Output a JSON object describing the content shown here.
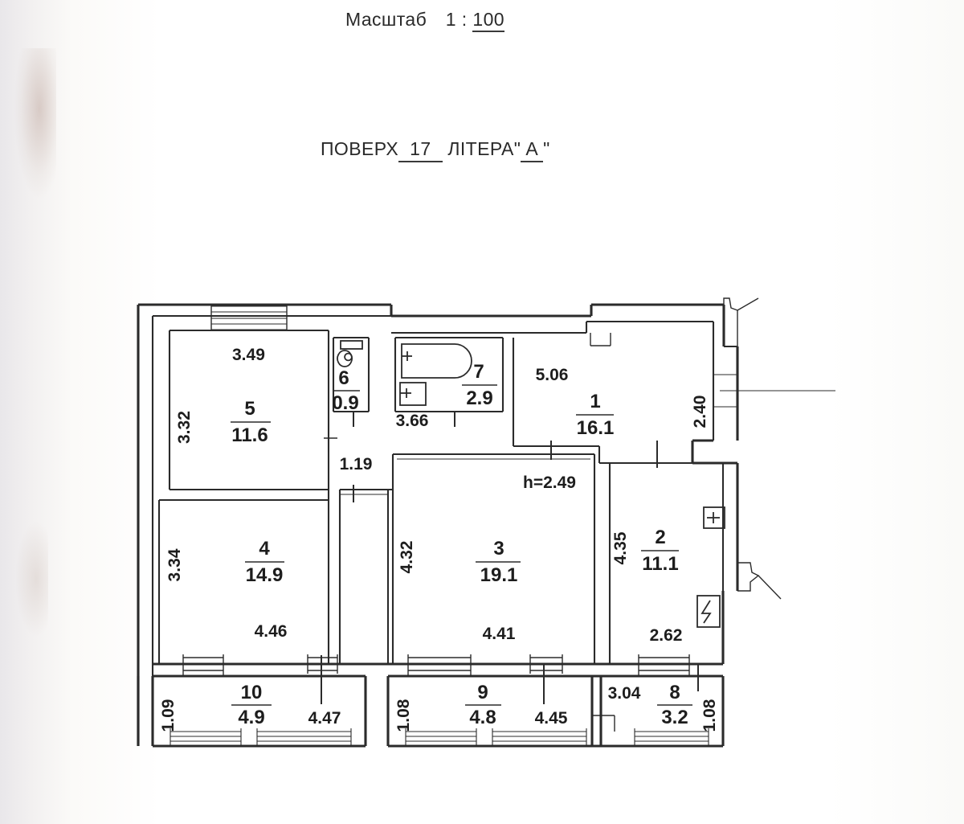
{
  "document": {
    "type": "floor-plan",
    "header": {
      "scale_label": "Масштаб",
      "scale_sep": "1 :",
      "scale_value": "100",
      "floor_label": "ПОВЕРХ",
      "floor_value": "17",
      "letter_label": "ЛІТЕРА",
      "quote_open": "\"",
      "letter_value": "А",
      "quote_close": "\""
    },
    "ceiling_height_note": "h=2.49"
  },
  "rooms": [
    {
      "id": "1",
      "number": "1",
      "area": "16.1",
      "kind": "corridor",
      "dim_top": "5.06",
      "dim_right": "2.40"
    },
    {
      "id": "2",
      "number": "2",
      "area": "11.1",
      "kind": "kitchen",
      "dim_left": "4.35",
      "dim_bottom": "2.62"
    },
    {
      "id": "3",
      "number": "3",
      "area": "19.1",
      "kind": "living-room",
      "dim_left": "4.32",
      "dim_bottom": "4.41"
    },
    {
      "id": "4",
      "number": "4",
      "area": "14.9",
      "kind": "room",
      "dim_left": "3.34",
      "dim_bottom": "4.46"
    },
    {
      "id": "5",
      "number": "5",
      "area": "11.6",
      "kind": "room",
      "dim_left": "3.32",
      "dim_top": "3.49"
    },
    {
      "id": "6",
      "number": "6",
      "area": "0.9",
      "kind": "toilet",
      "dim": ""
    },
    {
      "id": "7",
      "number": "7",
      "area": "2.9",
      "kind": "bathroom",
      "dim_bottom": "3.66"
    },
    {
      "id": "8",
      "number": "8",
      "area": "3.2",
      "kind": "balcony",
      "dim_left": "3.04",
      "dim_right": "1.08"
    },
    {
      "id": "9",
      "number": "9",
      "area": "4.8",
      "kind": "balcony",
      "dim_left": "1.08",
      "dim_bottom": "4.45"
    },
    {
      "id": "10",
      "number": "10",
      "area": "4.9",
      "kind": "balcony",
      "dim_left": "1.09",
      "dim_bottom": "4.47"
    }
  ],
  "dimensions": {
    "d_3_49": "3.49",
    "d_3_32": "3.32",
    "d_3_66": "3.66",
    "d_1_19": "1.19",
    "d_5_06": "5.06",
    "d_2_40": "2.40",
    "d_4_35": "4.35",
    "d_2_62": "2.62",
    "d_4_32": "4.32",
    "d_4_41": "4.41",
    "d_3_34": "3.34",
    "d_4_46": "4.46",
    "d_1_09": "1.09",
    "d_4_47": "4.47",
    "d_1_08a": "1.08",
    "d_4_45": "4.45",
    "d_3_04": "3.04",
    "d_1_08b": "1.08",
    "d_h": "h=2.49"
  },
  "labels": {
    "r1_num": "1",
    "r1_area": "16.1",
    "r2_num": "2",
    "r2_area": "11.1",
    "r3_num": "3",
    "r3_area": "19.1",
    "r4_num": "4",
    "r4_area": "14.9",
    "r5_num": "5",
    "r5_area": "11.6",
    "r6_num": "6",
    "r6_area": "0.9",
    "r7_num": "7",
    "r7_area": "2.9",
    "r8_num": "8",
    "r8_area": "3.2",
    "r9_num": "9",
    "r9_area": "4.8",
    "r10_num": "10",
    "r10_area": "4.9"
  },
  "colors": {
    "ink": "#1d1d1d",
    "wall": "#2b2b2b",
    "paper": "#fdfcfa"
  }
}
